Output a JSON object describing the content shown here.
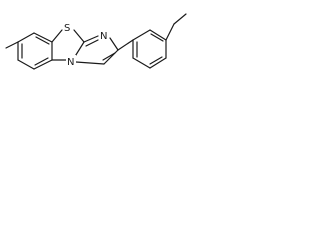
{
  "structure": {
    "atoms": {
      "sulfur": "S",
      "nitrogen_top": "N",
      "nitrogen_bridge": "N"
    }
  }
}
